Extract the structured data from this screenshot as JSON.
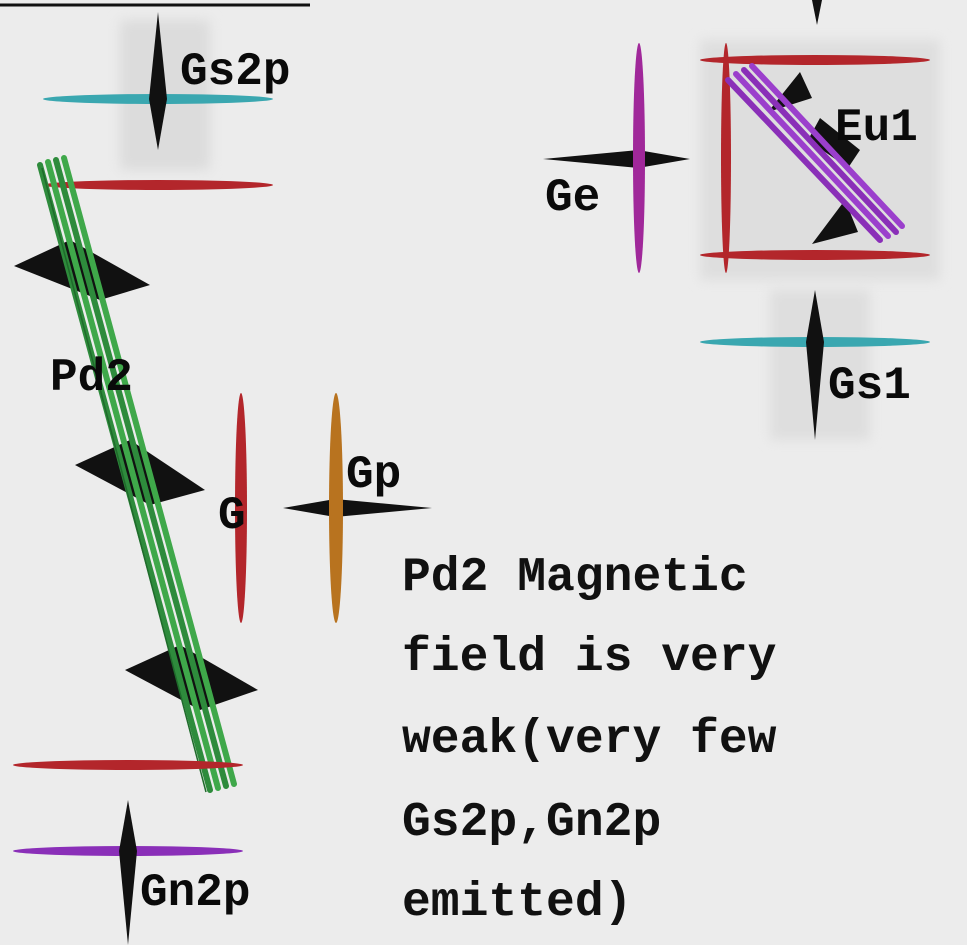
{
  "labels": {
    "gs2p": "Gs2p",
    "eu1": "Eu1",
    "ge": "Ge",
    "pd2": "Pd2",
    "gs1": "Gs1",
    "g": "G",
    "gp": "Gp",
    "gn2p": "Gn2p"
  },
  "note": {
    "line1": "Pd2 Magnetic",
    "line2": "field is very",
    "line3": "weak(very few",
    "line4": "Gs2p,Gn2p",
    "line5": "emitted)"
  },
  "colors": {
    "background": "#ececec",
    "red": "#b3262b",
    "cyan": "#3aa7b0",
    "purple": "#8a2fb8",
    "magenta": "#a0289a",
    "green": "#2e8b3c",
    "orange": "#b8731f",
    "black": "#111111"
  }
}
